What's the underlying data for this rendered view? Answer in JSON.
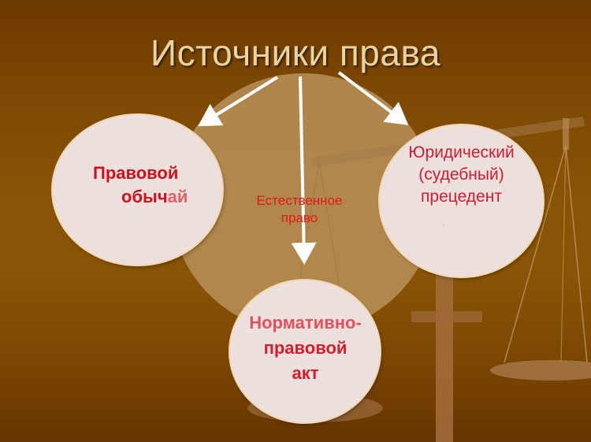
{
  "slide": {
    "title": "Источники права",
    "background_colors": {
      "top": "#6b3a02",
      "middle": "#8a5406",
      "bottom": "#653502"
    },
    "accent_colors": {
      "title_text": "#e8d4a0",
      "circle_fill": "#ecdfdc",
      "label_red": "#d0101c",
      "arrow": "#ffffff"
    },
    "nodes": {
      "left": {
        "line1": "Правовой",
        "line2_main": "обыч",
        "line2_fade": "ай"
      },
      "right": {
        "line1": "Юридический",
        "line2": "(судебный)",
        "line3": "прецедент"
      },
      "bottom": {
        "line1": "Нормативно-",
        "line2": "правовой",
        "line3": "акт"
      },
      "center": {
        "line1": "Естественное",
        "line2": "право"
      }
    },
    "decorations": [
      "scales-of-justice-icon",
      "arrow-icon"
    ]
  }
}
